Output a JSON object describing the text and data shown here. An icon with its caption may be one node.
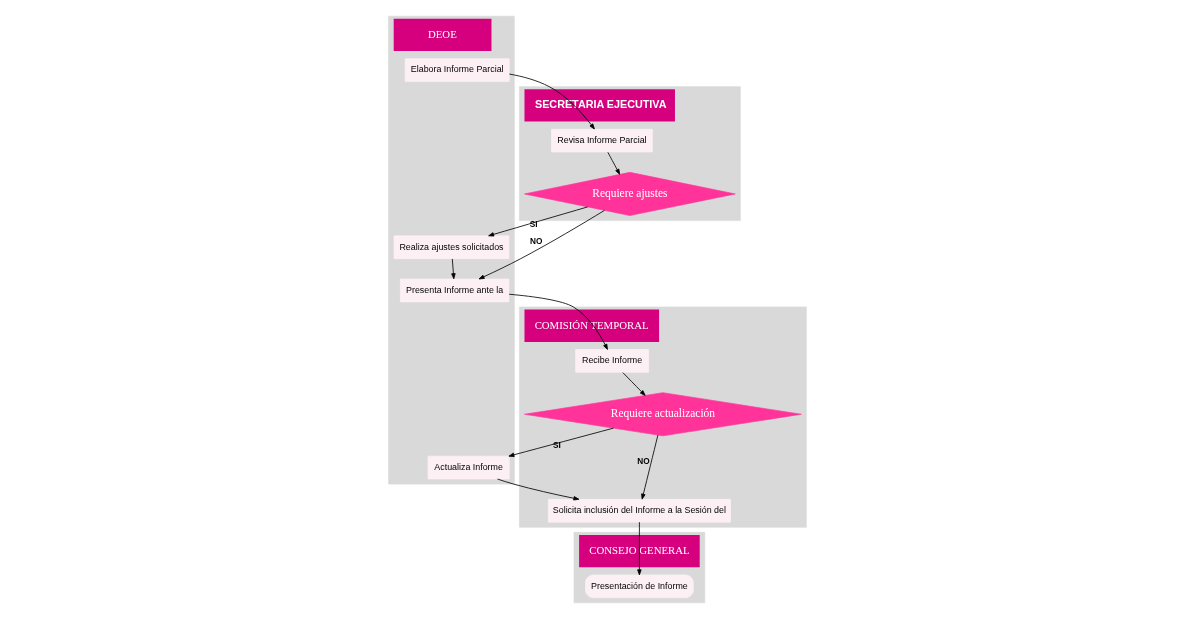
{
  "diagram": {
    "nodes": [
      {
        "text": [
          "DEOE"
        ]
      },
      {
        "text": [
          "Elabora Informe Parcial"
        ],
        "in": 0
      },
      {
        "text": [
          "Realiza ajustes solicitados"
        ],
        "in": 0
      },
      {
        "text": [
          "Presenta Informe ante la"
        ],
        "in": 0
      },
      {
        "text": [
          "Actualiza Informe"
        ],
        "in": 0
      },
      {
        "text": [
          "SECRETARIA EJECUTIVA"
        ]
      },
      {
        "text": [
          "Revisa Informe Parcial"
        ],
        "in": 5
      },
      {
        "text": [
          "Requiere ajustes"
        ],
        "in": 5
      },
      {
        "text": [
          "COMISIÓN TEMPORAL"
        ]
      },
      {
        "text": [
          "Recibe Informe"
        ],
        "in": 8
      },
      {
        "text": [
          "Requiere actualización"
        ],
        "in": 8
      },
      {
        "text": [
          "Solicita inclusión del Informe a la Sesión del"
        ],
        "in": 8
      },
      {
        "text": [
          "CONSEJO GENERAL"
        ]
      },
      {
        "text": [
          "Presentación de Informe"
        ],
        "in": 12
      }
    ],
    "edges": [
      {
        "from": 1,
        "to": 6,
        "arrow": "to"
      },
      {
        "from": 6,
        "to": 7,
        "arrow": "to"
      },
      {
        "from": 7,
        "to": 2,
        "arrow": "to",
        "label": "SI"
      },
      {
        "from": 7,
        "to": 3,
        "arrow": "to",
        "label": "NO"
      },
      {
        "from": 2,
        "to": 3,
        "arrow": "to"
      },
      {
        "from": 3,
        "to": 9,
        "arrow": "to"
      },
      {
        "from": 9,
        "to": 10,
        "arrow": "to"
      },
      {
        "from": 10,
        "to": 4,
        "arrow": "to",
        "label": "SI"
      },
      {
        "from": 10,
        "to": 11,
        "arrow": "to",
        "label": "NO"
      },
      {
        "from": 4,
        "to": 11,
        "arrow": "to"
      },
      {
        "from": 11,
        "to": 13,
        "arrow": "to"
      }
    ]
  }
}
